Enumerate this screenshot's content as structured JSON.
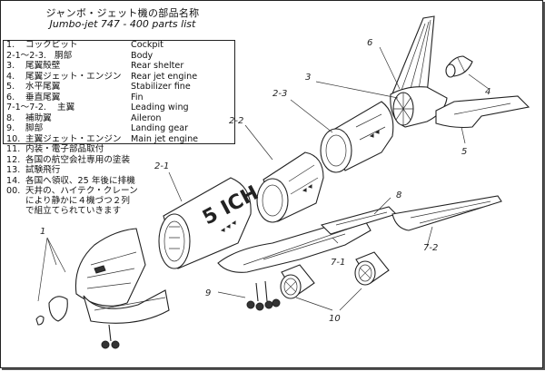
{
  "header": {
    "title_jp": "ジャンボ・ジェット機の部品名称",
    "title_en": "Jumbo-jet 747 - 400 parts list"
  },
  "parts": [
    {
      "num": "1.",
      "jp": "コックピット",
      "en": "Cockpit"
    },
    {
      "num": "2-1〜2-3.",
      "jp": "胴部",
      "en": "Body"
    },
    {
      "num": "3.",
      "jp": "尾翼殻壁",
      "en": "Rear shelter"
    },
    {
      "num": "4.",
      "jp": "尾翼ジェット・エンジン",
      "en": "Rear jet engine"
    },
    {
      "num": "5.",
      "jp": "水平尾翼",
      "en": "Stabilizer fine"
    },
    {
      "num": "6.",
      "jp": "垂直尾翼",
      "en": "Fin"
    },
    {
      "num": "7-1〜7-2.",
      "jp": "主翼",
      "en": "Leading wing"
    },
    {
      "num": "8.",
      "jp": "補助翼",
      "en": "Aileron"
    },
    {
      "num": "9.",
      "jp": "脚部",
      "en": "Landing gear"
    },
    {
      "num": "10.",
      "jp": "主翼ジェット・エンジン",
      "en": "Main jet engine"
    }
  ],
  "extra_steps": [
    {
      "num": "11.",
      "text": "内装・電子部品取付"
    },
    {
      "num": "12.",
      "text": "各国の航空会社専用の塗装"
    },
    {
      "num": "13.",
      "text": "試験飛行"
    },
    {
      "num": "14.",
      "text": "各国へ領収、25 年後に排機"
    }
  ],
  "final_step": {
    "num": "00.",
    "line1": "天井の、ハイテク・クレーン",
    "line2": "により静かに４機づつ２列",
    "line3": "で組立てられていきます"
  },
  "callouts": {
    "c1": "1",
    "c2_1": "2-1",
    "c2_2": "2-2",
    "c2_3": "2-3",
    "c3": "3",
    "c4": "4",
    "c5": "5",
    "c6": "6",
    "c7_1": "7-1",
    "c7_2": "7-2",
    "c8": "8",
    "c9": "9",
    "c10": "10"
  },
  "fuselage_marking": "5 ICH"
}
